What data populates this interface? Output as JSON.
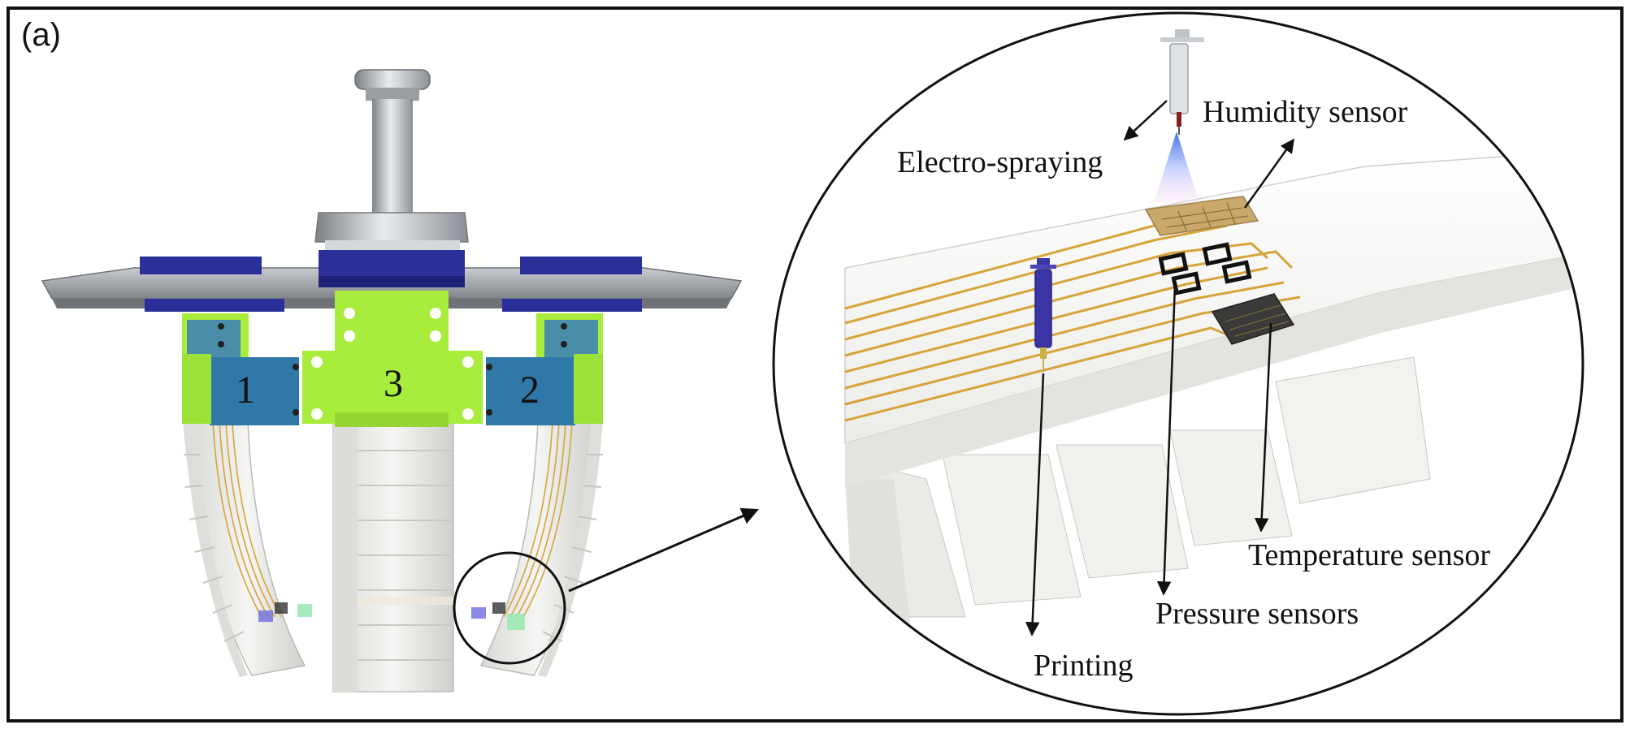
{
  "panel_label": "(a)",
  "finger_labels": [
    "1",
    "3",
    "2"
  ],
  "callouts": {
    "electro_spraying": "Electro-spraying",
    "humidity_sensor": "Humidity sensor",
    "temperature_sensor": "Temperature sensor",
    "pressure_sensors": "Pressure sensors",
    "printing": "Printing"
  },
  "colors": {
    "frame": "#111111",
    "mount_green": "#a8ec3c",
    "mount_blue": "#2f78a8",
    "motor_blue": "#2a2f9a",
    "plate_gray": "#9ea3a8",
    "finger_white": "#eeeeec",
    "trace_gold": "#d6a43a",
    "humidity_pad": "#c9a96b",
    "temperature_pad": "#3a3a38",
    "syringe_body": "#d8dcdf",
    "printing_syringe": "#3a36a8"
  },
  "icons": {
    "zoom": "magnifier-circle",
    "electro_spray_nozzle": "syringe-icon",
    "printing_nozzle": "syringe-icon"
  }
}
